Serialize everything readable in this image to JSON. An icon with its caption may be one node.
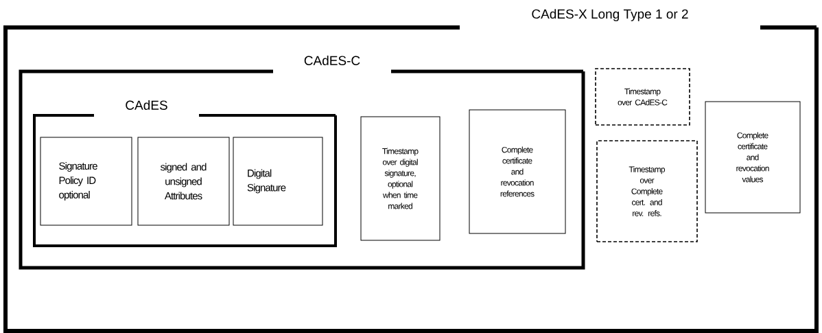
{
  "diagram": {
    "nodes": [
      {
        "text": [
          "CAdES-X Long Type 1 or 2"
        ]
      },
      {
        "text": [
          "CAdES-C"
        ],
        "in": 0
      },
      {
        "text": [
          "CAdES"
        ],
        "in": 1
      },
      {
        "text": [
          "Signature Policy ID optional"
        ],
        "in": 2
      },
      {
        "text": [
          "signed and unsigned Attributes"
        ],
        "in": 2
      },
      {
        "text": [
          "Digital Signature"
        ],
        "in": 2
      },
      {
        "text": [
          "Timestamp over digital signature, optional when time marked"
        ],
        "in": 1
      },
      {
        "text": [
          "Complete certificate and revocation references"
        ],
        "in": 1
      },
      {
        "text": [
          "Timestamp over CAdES-C"
        ],
        "in": 0
      },
      {
        "text": [
          "Timestamp over Complete cert. and rev. refs."
        ],
        "in": 0
      },
      {
        "text": [
          "Complete certificate and revocation values"
        ],
        "in": 0
      }
    ]
  }
}
